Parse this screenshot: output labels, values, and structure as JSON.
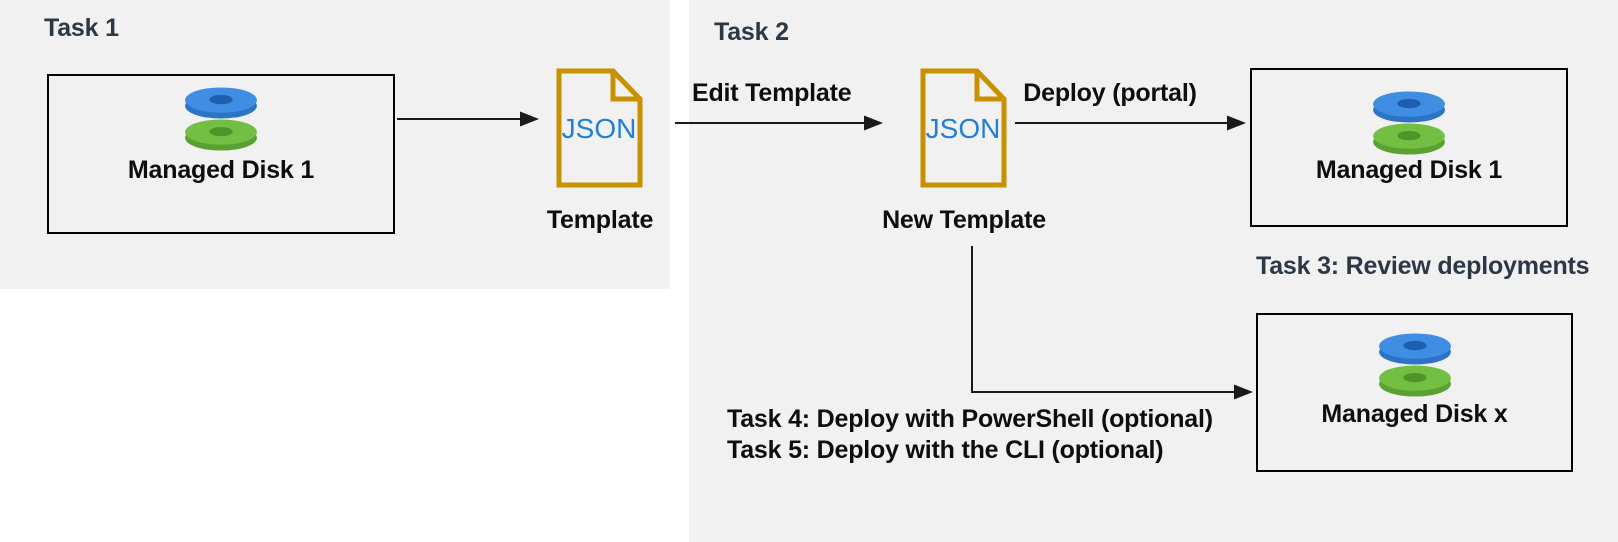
{
  "colors": {
    "panel_background": "#f1f1f1",
    "heading_text": "#2c3845",
    "label_text": "#0e0e0e",
    "box_border": "#000000",
    "json_file_border": "#c79100",
    "json_file_text": "#2180d3",
    "disk_blue": "#3f8ee3",
    "disk_blue_dark": "#2d74c4",
    "disk_green": "#73bf44",
    "disk_green_dark": "#5ba132",
    "arrow": "#1a1a1a"
  },
  "icons": {
    "managed_disk": "managed-disk-icon",
    "json_file": "json-file-icon",
    "arrow": "arrow-icon"
  },
  "task1": {
    "heading": "Task 1",
    "disk_box_label": "Managed Disk 1",
    "json_file_text": "JSON",
    "json_file_caption": "Template"
  },
  "task2": {
    "heading": "Task 2",
    "edit_arrow_label": "Edit Template",
    "json_file_text": "JSON",
    "json_file_caption": "New Template",
    "deploy_arrow_label": "Deploy (portal)",
    "disk_box_label": "Managed Disk 1"
  },
  "task3": {
    "heading": "Task 3: Review deployments",
    "disk_box_label": "Managed Disk x"
  },
  "task4": {
    "label": "Task 4: Deploy with PowerShell (optional)"
  },
  "task5": {
    "label": "Task 5: Deploy with the CLI (optional)"
  }
}
